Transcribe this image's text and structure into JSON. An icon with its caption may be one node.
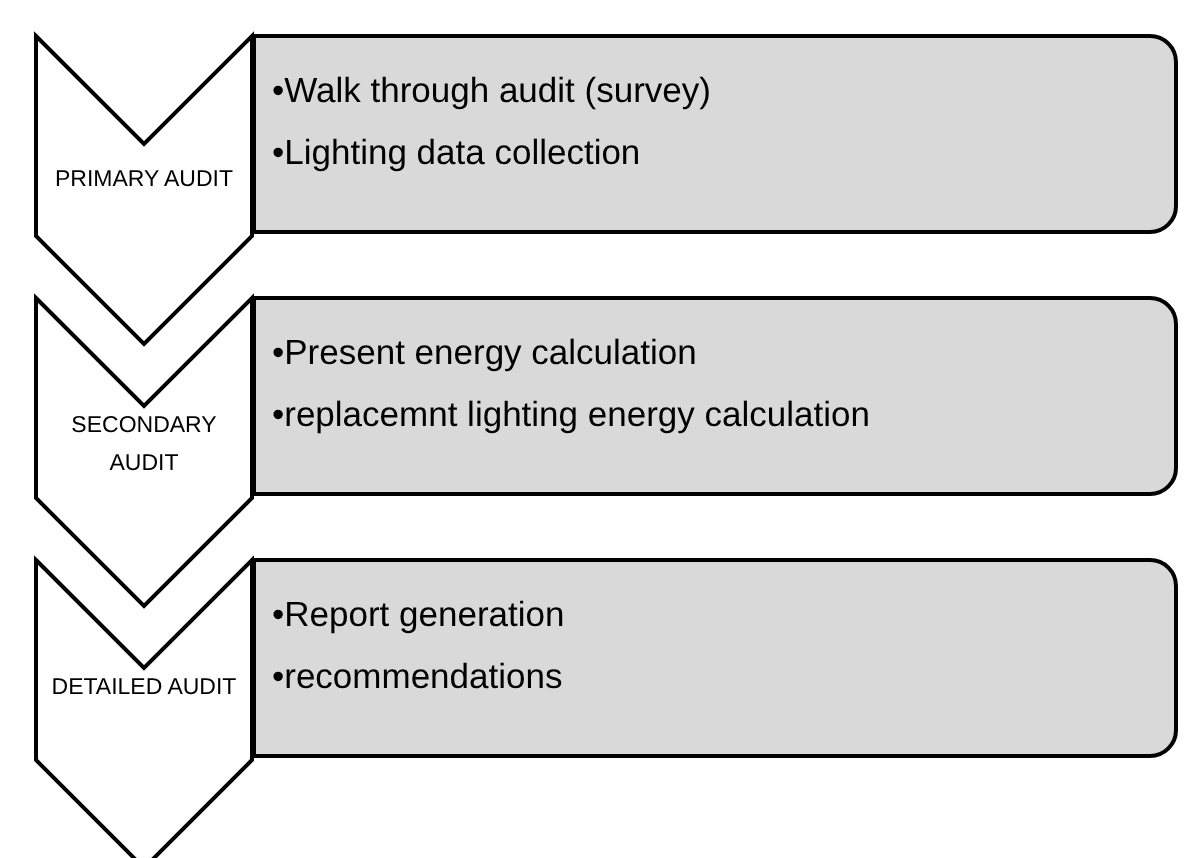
{
  "diagram": {
    "nodes": [
      {
        "text": [
          "PRIMARY AUDIT"
        ]
      },
      {
        "text": [
          "•Walk through audit (survey)",
          "•Lighting data collection"
        ]
      },
      {
        "text": [
          "SECONDARY AUDIT"
        ]
      },
      {
        "text": [
          "•Present energy calculation",
          "•replacemnt lighting energy calculation"
        ]
      },
      {
        "text": [
          "DETAILED AUDIT"
        ]
      },
      {
        "text": [
          "•Report generation",
          "•recommendations"
        ]
      }
    ]
  }
}
